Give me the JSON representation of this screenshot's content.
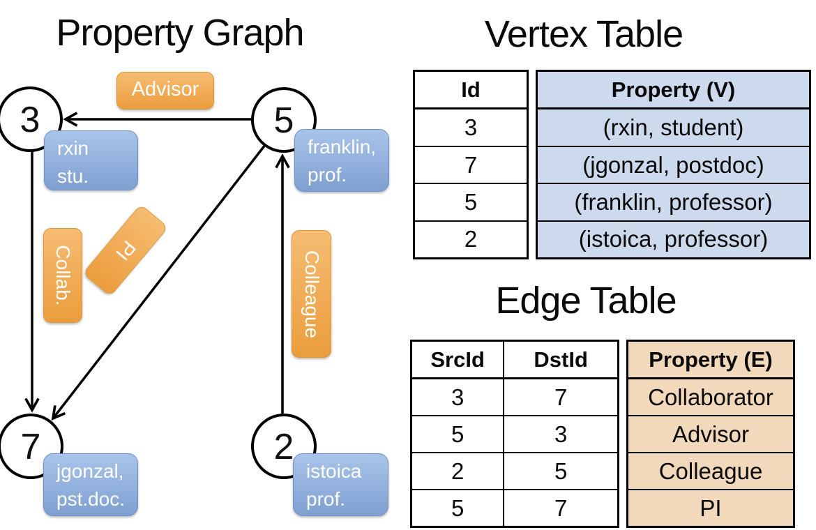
{
  "graph": {
    "title": "Property Graph",
    "nodes": [
      {
        "id": "3",
        "line1": "rxin",
        "line2": "stu."
      },
      {
        "id": "5",
        "line1": "franklin,",
        "line2": "prof."
      },
      {
        "id": "7",
        "line1": "jgonzal,",
        "line2": "pst.doc."
      },
      {
        "id": "2",
        "line1": "istoica",
        "line2": "prof."
      }
    ],
    "edge_labels": {
      "advisor": "Advisor",
      "collab": "Collab.",
      "pi": "PI",
      "colleague": "Colleague"
    }
  },
  "vertex_table": {
    "title": "Vertex Table",
    "columns": {
      "id": "Id",
      "property": "Property (V)"
    },
    "rows": [
      {
        "id": "3",
        "property": "(rxin, student)"
      },
      {
        "id": "7",
        "property": "(jgonzal, postdoc)"
      },
      {
        "id": "5",
        "property": "(franklin, professor)"
      },
      {
        "id": "2",
        "property": "(istoica, professor)"
      }
    ]
  },
  "edge_table": {
    "title": "Edge Table",
    "columns": {
      "src": "SrcId",
      "dst": "DstId",
      "property": "Property (E)"
    },
    "rows": [
      {
        "src": "3",
        "dst": "7",
        "property": "Collaborator"
      },
      {
        "src": "5",
        "dst": "3",
        "property": "Advisor"
      },
      {
        "src": "2",
        "dst": "5",
        "property": "Colleague"
      },
      {
        "src": "5",
        "dst": "7",
        "property": "PI"
      }
    ]
  },
  "colors": {
    "edge_label_box_top": "#f6bc72",
    "edge_label_box_bottom": "#eb9d3d",
    "vertex_label_box_top": "#a9c4e9",
    "vertex_label_box_bottom": "#7e9fd1",
    "vertex_property_bg": "#cdd9ec",
    "edge_property_bg": "#f3d9bb",
    "line_color": "#000000"
  }
}
